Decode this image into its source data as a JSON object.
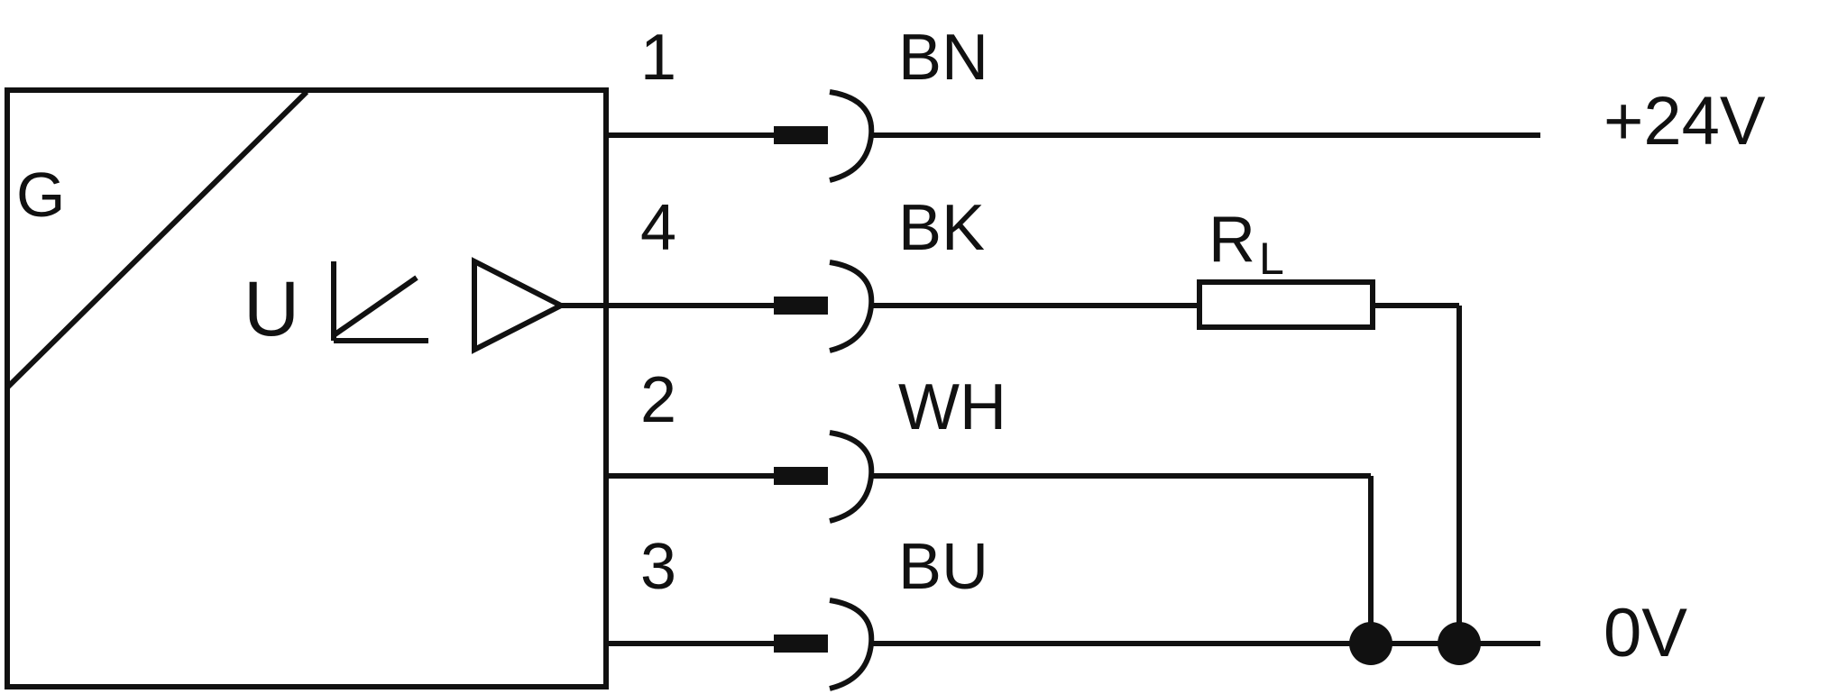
{
  "sensor": {
    "letter": "G",
    "output_symbol": "U"
  },
  "pins": [
    {
      "number": "1",
      "color": "BN"
    },
    {
      "number": "4",
      "color": "BK"
    },
    {
      "number": "2",
      "color": "WH"
    },
    {
      "number": "3",
      "color": "BU"
    }
  ],
  "resistor": {
    "label": "R",
    "subscript": "L"
  },
  "supply": {
    "positive": "+24V",
    "ground": "0V"
  }
}
